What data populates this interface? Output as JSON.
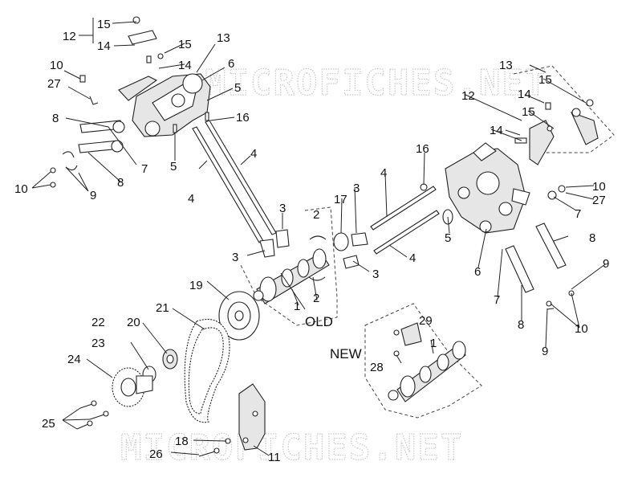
{
  "watermark": "MICROFICHES.NET",
  "group_labels": {
    "old": "OLD",
    "new": "NEW"
  },
  "callouts": [
    "1",
    "2",
    "3",
    "4",
    "5",
    "6",
    "7",
    "8",
    "9",
    "10",
    "11",
    "12",
    "13",
    "14",
    "15",
    "16",
    "17",
    "18",
    "19",
    "20",
    "21",
    "22",
    "23",
    "24",
    "25",
    "26",
    "27",
    "28",
    "29"
  ]
}
